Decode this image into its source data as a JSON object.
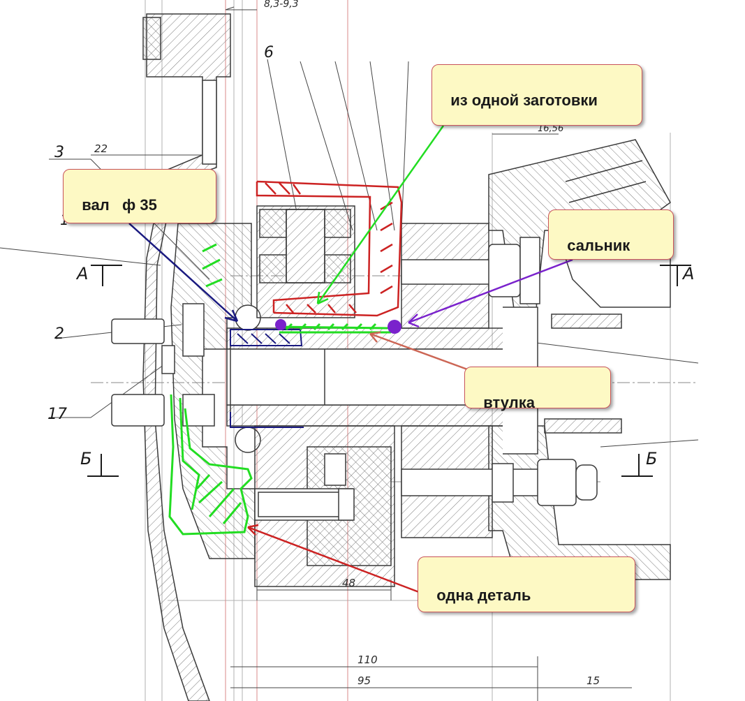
{
  "callouts": {
    "shaft": "вал   ф 35",
    "one_blank": "из одной заготовки",
    "seal": "сальник",
    "bushing": "втулка",
    "one_part": "одна деталь"
  },
  "drawing_labels": {
    "dim_top": "8,3-9,3",
    "pos_6": "6",
    "pos_3": "3",
    "dim_22": "22",
    "dim_16": "16,56",
    "pos_1": "1",
    "section_a_left": "А",
    "section_a_right": "А",
    "pos_2": "2",
    "pos_17": "17",
    "section_b_left": "Б",
    "section_b_right": "Б",
    "dim_48": "48",
    "dim_110": "110",
    "dim_95": "95",
    "dim_15": "15"
  },
  "colors": {
    "outline": "#3a3a3a",
    "hatch": "#707070",
    "red_mark": "#cc2222",
    "green_mark": "#22dd22",
    "blue_mark": "#1a1a80",
    "purple_mark": "#7a22cc",
    "callout_bg": "#fdf9c4",
    "callout_border": "#c9545a"
  }
}
